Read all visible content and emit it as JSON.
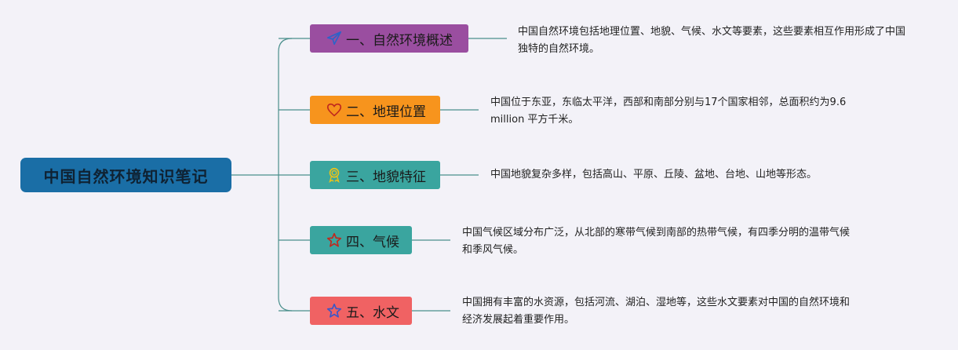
{
  "root": {
    "title": "中国自然环境知识笔记",
    "color": "#1a6ea6"
  },
  "branches": [
    {
      "label": "一、自然环境概述",
      "icon": "paper-plane-icon",
      "color": "#9a4ea0",
      "desc": "中国自然环境包括地理位置、地貌、气候、水文等要素，这些要素相互作用形成了中国独特的自然环境。"
    },
    {
      "label": "二、地理位置",
      "icon": "heart-icon",
      "color": "#f7941d",
      "desc": "中国位于东亚，东临太平洋，西部和南部分别与17个国家相邻，总面积约为9.6 million 平方千米。"
    },
    {
      "label": "三、地貌特征",
      "icon": "award-ribbon-icon",
      "color": "#3aa59f",
      "desc": "中国地貌复杂多样，包括高山、平原、丘陵、盆地、台地、山地等形态。"
    },
    {
      "label": "四、气候",
      "icon": "star-icon",
      "color": "#3aa59f",
      "desc": "中国气候区域分布广泛，从北部的寒带气候到南部的热带气候，有四季分明的温带气候和季风气候。"
    },
    {
      "label": "五、水文",
      "icon": "star-outline-icon",
      "color": "#f06263",
      "desc": "中国拥有丰富的水资源，包括河流、湖泊、湿地等，这些水文要素对中国的自然环境和经济发展起着重要作用。"
    }
  ]
}
